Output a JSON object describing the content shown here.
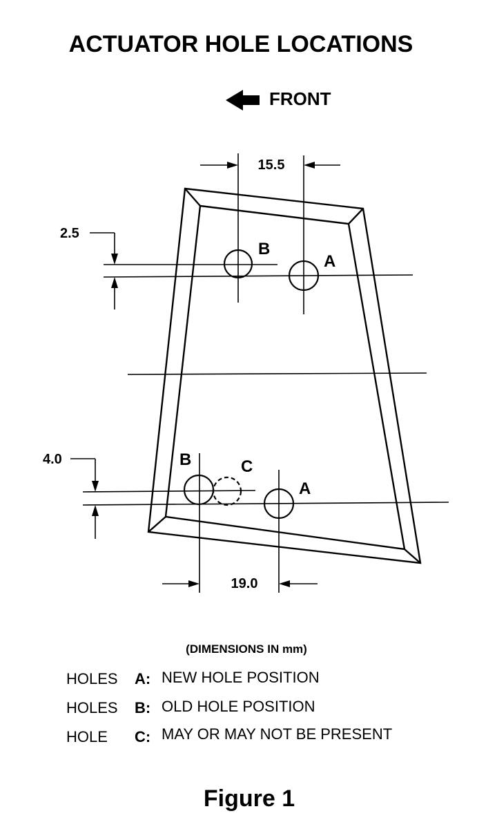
{
  "title": "ACTUATOR HOLE LOCATIONS",
  "direction": {
    "label": "FRONT",
    "icon": "left-arrow-icon"
  },
  "dimensions": {
    "top_horizontal": "15.5",
    "top_vertical": "2.5",
    "bottom_vertical": "4.0",
    "bottom_horizontal": "19.0"
  },
  "hole_labels": {
    "top_b": "B",
    "top_a": "A",
    "bottom_b": "B",
    "bottom_c": "C",
    "bottom_a": "A"
  },
  "units_note": "(DIMENSIONS IN mm)",
  "legend": [
    {
      "prefix": "HOLES",
      "key": "A:",
      "description": "NEW HOLE POSITION"
    },
    {
      "prefix": "HOLES",
      "key": "B:",
      "description": "OLD HOLE POSITION"
    },
    {
      "prefix": "HOLE",
      "key": "C:",
      "description": "MAY OR MAY NOT BE PRESENT"
    }
  ],
  "caption": "Figure 1"
}
